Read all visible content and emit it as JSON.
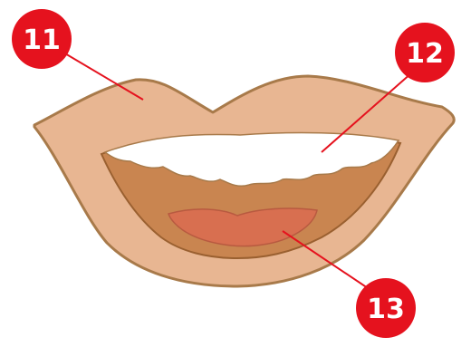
{
  "diagram": {
    "subject": "mouth",
    "callouts": [
      {
        "id": "lips",
        "number": "11"
      },
      {
        "id": "teeth",
        "number": "12"
      },
      {
        "id": "tongue",
        "number": "13"
      }
    ],
    "colors": {
      "lips": "#e8b692",
      "lip_outline": "#a87a4a",
      "mouth_interior": "#c98550",
      "teeth": "#ffffff",
      "tongue": "#d86f50",
      "callout_fill": "#e5121e",
      "callout_leader": "#e5121e"
    }
  }
}
